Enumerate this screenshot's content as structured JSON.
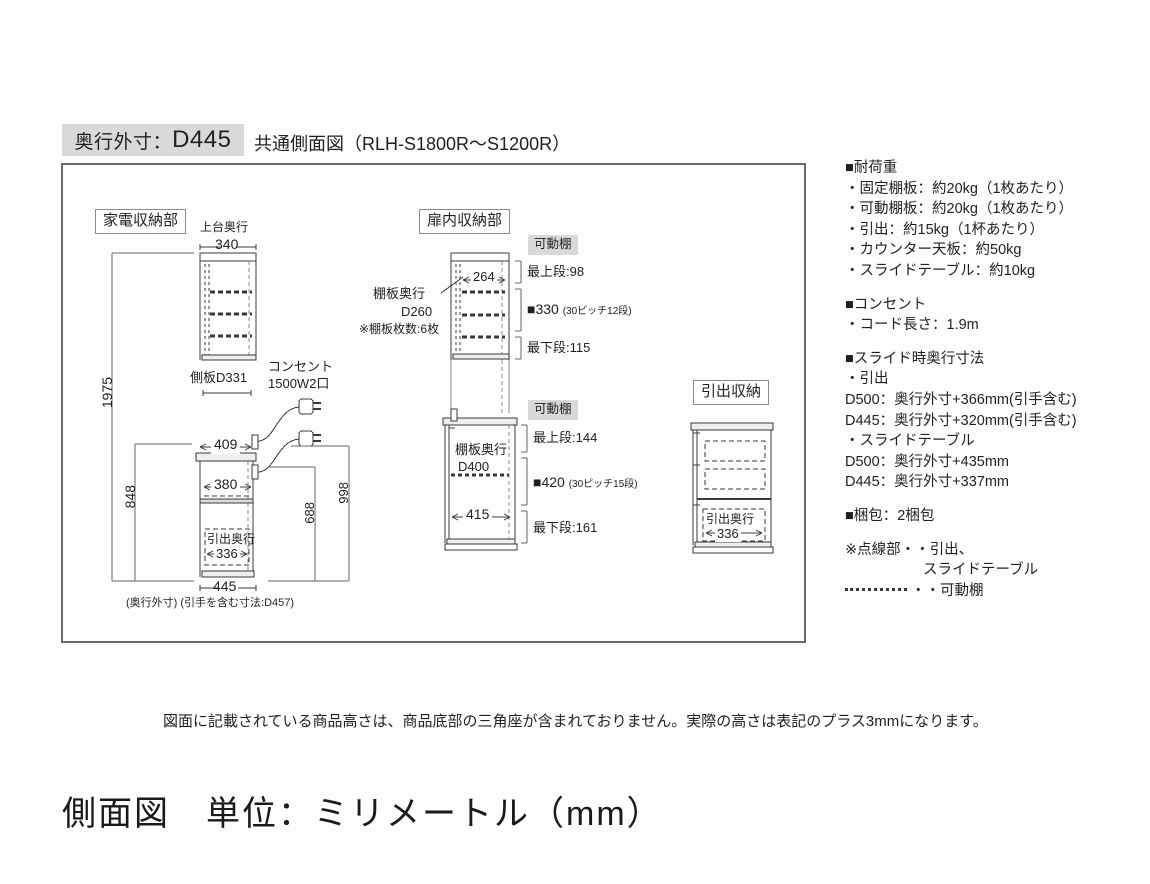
{
  "header": {
    "badge_prefix": "奥行外寸：",
    "badge_value": "D445",
    "title": "共通側面図（RLH-S1800R〜S1200R）"
  },
  "diagram": {
    "group_labels": {
      "appliance": "家電収納部",
      "in_door": "扉内収納部",
      "drawer": "引出収納"
    },
    "chips": {
      "movable_shelf_upper": "可動棚",
      "movable_shelf_lower": "可動棚"
    },
    "appliance": {
      "upper_depth_label": "上台奥行",
      "upper_depth_value": "340",
      "side_panel": "側板D331",
      "outlet_label_1": "コンセント",
      "outlet_label_2": "1500W2口",
      "dim_409": "409",
      "dim_380": "380",
      "dim_1975": "1975",
      "dim_848": "848",
      "dim_998": "998",
      "dim_688": "688",
      "drawer_depth_label": "引出奥行",
      "drawer_depth_value": "336",
      "dim_445": "445",
      "footnote_1": "(奥行外寸)",
      "footnote_2": "(引手を含む寸法:D457)"
    },
    "in_door_upper": {
      "inner_dim": "264",
      "shelf_depth_label": "棚板奥行",
      "shelf_depth_value": "D260",
      "shelf_count": "※棚板枚数:6枚",
      "top_step": "最上段:98",
      "pitch_value": "■330",
      "pitch_note": "(30ピッチ12段)",
      "bottom_step": "最下段:115"
    },
    "in_door_lower": {
      "shelf_depth_label": "棚板奥行",
      "shelf_depth_value": "D400",
      "inner_dim": "415",
      "top_step": "最上段:144",
      "pitch_value": "■420",
      "pitch_note": "(30ピッチ15段)",
      "bottom_step": "最下段:161"
    },
    "drawer_block": {
      "drawer_depth_label": "引出奥行",
      "drawer_depth_value": "336"
    }
  },
  "spec_panel": {
    "sections": [
      {
        "heading": "■耐荷重",
        "lines": [
          "・固定棚板：約20kg（1枚あたり）",
          "・可動棚板：約20kg（1枚あたり）",
          "・引出：約15kg（1杯あたり）",
          "・カウンター天板：約50kg",
          "・スライドテーブル：約10kg"
        ]
      },
      {
        "heading": "■コンセント",
        "lines": [
          "・コード長さ：1.9m"
        ]
      },
      {
        "heading": "■スライド時奥行寸法",
        "lines": [
          "・引出",
          "D500：奥行外寸+366mm(引手含む)",
          "D445：奥行外寸+320mm(引手含む)",
          "・スライドテーブル",
          "D500：奥行外寸+435mm",
          "D445：奥行外寸+337mm"
        ]
      },
      {
        "heading": "■梱包：2梱包",
        "lines": []
      }
    ],
    "legend": {
      "dotted_line_1": "※点線部・・引出、",
      "dotted_line_2": "スライドテーブル",
      "dashed_line": "・・可動棚"
    }
  },
  "footer": {
    "note": "図面に記載されている商品高さは、商品底部の三角座が含まれておりません。実際の高さは表記のプラス3mmになります。",
    "title": "側面図　単位：ミリメートル（mm）"
  },
  "colors": {
    "badge_bg": "#d9d9d9",
    "frame_border": "#6c6864",
    "line": "#3a3a3a",
    "text": "#231f20"
  }
}
